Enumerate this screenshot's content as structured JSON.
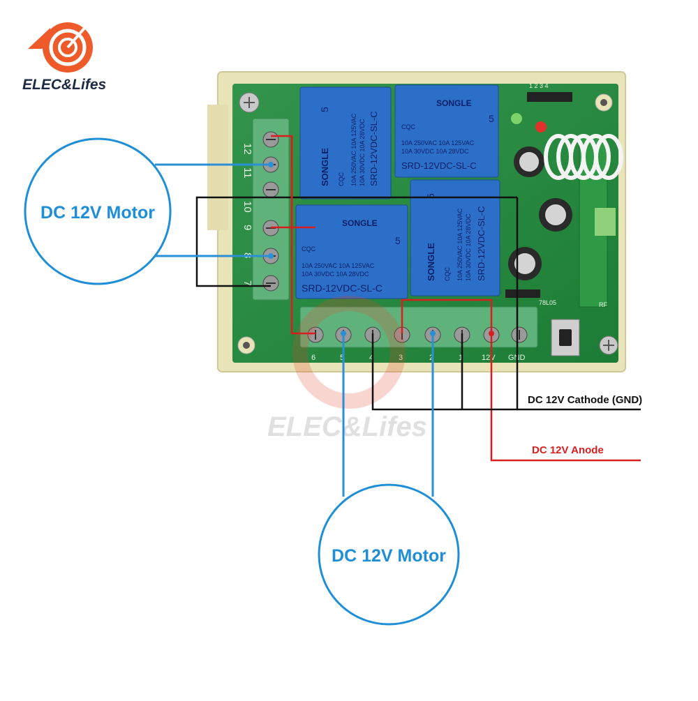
{
  "brand": {
    "name": "ELEC&Lifes",
    "watermark": "ELEC&Lifes",
    "logo_color": "#e8452a"
  },
  "motors": [
    {
      "label": "DC 12V Motor"
    },
    {
      "label": "DC 12V Motor"
    }
  ],
  "power": {
    "cathode_label": "DC 12V Cathode (GND)",
    "anode_label": "DC 12V Anode"
  },
  "relays": [
    {
      "brand": "SONGLE",
      "number": "5",
      "cert": "CQC",
      "ratings": [
        "10A 250VAC  10A 125VAC",
        "10A 30VDC   10A 28VDC"
      ],
      "model": "SRD-12VDC-SL-C"
    },
    {
      "brand": "SONGLE",
      "number": "5",
      "cert": "CQC",
      "ratings": [
        "10A 250VAC  10A 125VAC",
        "10A 30VDC   10A 28VDC"
      ],
      "model": "SRD-12VDC-SL-C"
    },
    {
      "brand": "SONGLE",
      "number": "5",
      "cert": "CQC",
      "ratings": [
        "10A 250VAC  10A 125VAC",
        "10A 30VDC   10A 28VDC"
      ],
      "model": "SRD-12VDC-SL-C"
    },
    {
      "brand": "SONGLE",
      "number": "5",
      "cert": "CQC",
      "ratings": [
        "10A 250VAC  10A 125VAC",
        "10A 30VDC   10A 28VDC"
      ],
      "model": "SRD-12VDC-SL-C"
    }
  ],
  "terminals": {
    "left": [
      "12",
      "11",
      "10",
      "9",
      "8",
      "7"
    ],
    "bottom": [
      "6",
      "5",
      "4",
      "3",
      "2",
      "1",
      "12V",
      "GND"
    ]
  },
  "board": {
    "header_label": "1 2 3 4",
    "regulator": "78L05",
    "antenna_label": "RF"
  },
  "colors": {
    "wire_blue": "#2b8fd6",
    "wire_red": "#d81e1e",
    "wire_black": "#111111",
    "pcb_green": "#1f8a3a",
    "relay_blue": "#2c6fc9",
    "terminal_green": "#5fb37a"
  }
}
